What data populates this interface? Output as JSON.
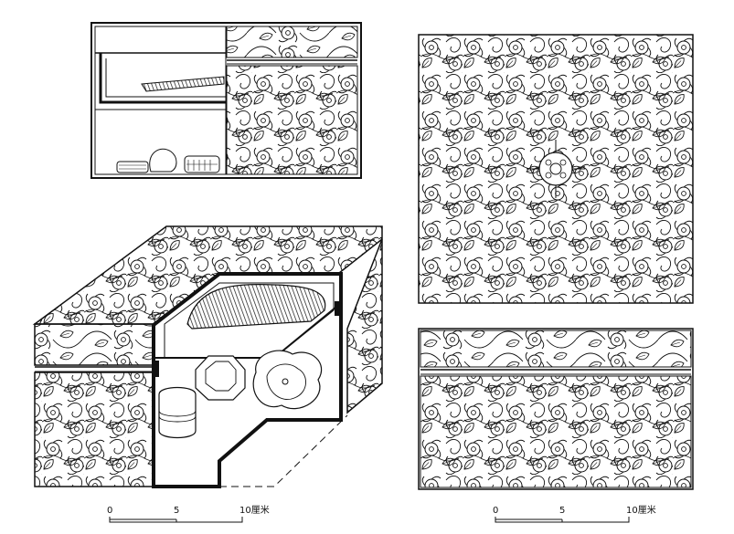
{
  "figure": {
    "panels": [
      {
        "id": "section-view",
        "description_visible": false
      },
      {
        "id": "cutaway-view",
        "description_visible": false
      },
      {
        "id": "lid-top-pattern",
        "description_visible": false
      },
      {
        "id": "side-elevation-pattern",
        "description_visible": false
      }
    ],
    "scale_bar_left": {
      "labels": [
        "0",
        "5",
        "10厘米"
      ]
    },
    "scale_bar_right": {
      "labels": [
        "0",
        "5",
        "10厘米"
      ]
    },
    "colors": {
      "ink": "#111111",
      "paper": "#ffffff"
    }
  }
}
